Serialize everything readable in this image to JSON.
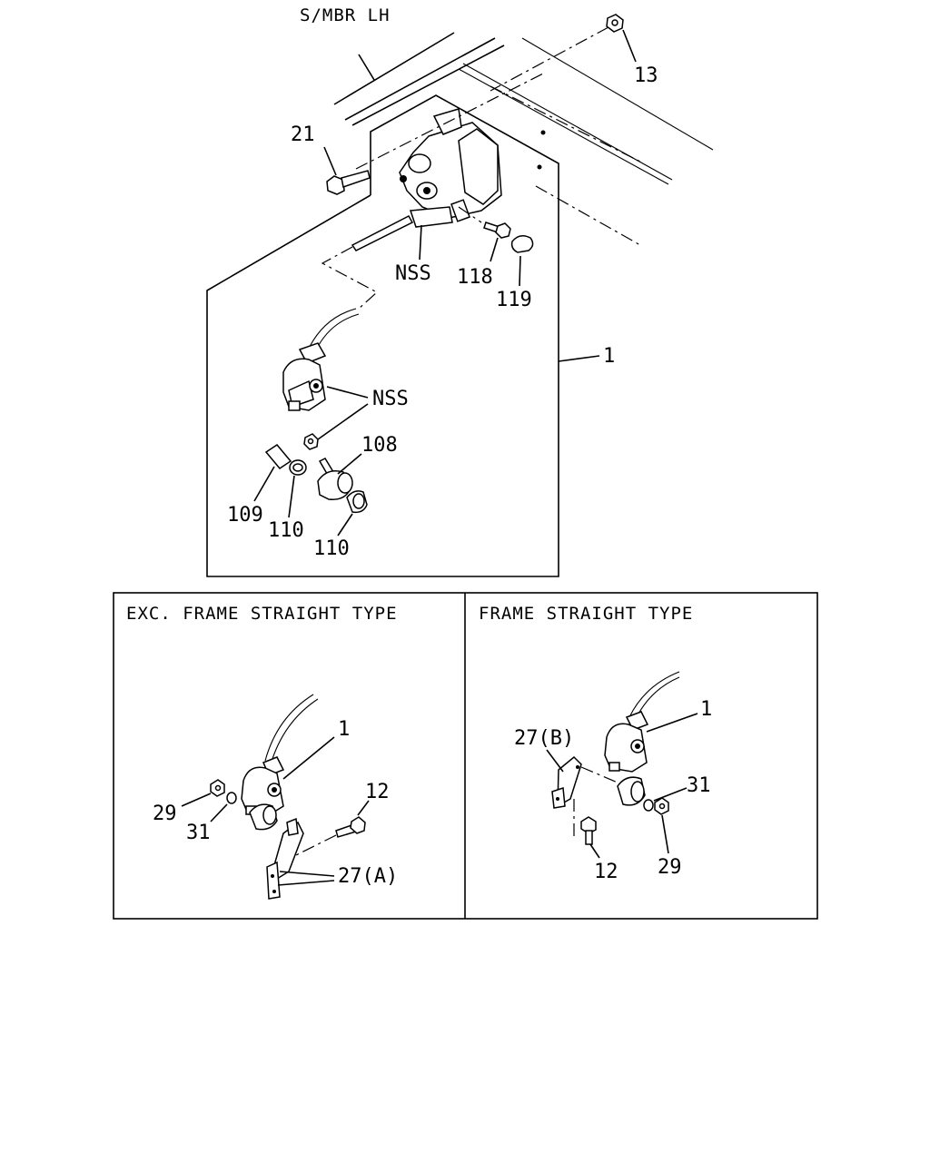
{
  "labels": {
    "smbr": "S/MBR LH",
    "p13": "13",
    "p21": "21",
    "nss_top": "NSS",
    "p118": "118",
    "p119": "119",
    "p1_main": "1",
    "nss_mid": "NSS",
    "p108": "108",
    "p109": "109",
    "p110_a": "110",
    "p110_b": "110"
  },
  "left_panel": {
    "title": "EXC. FRAME STRAIGHT TYPE",
    "p1": "1",
    "p29": "29",
    "p31": "31",
    "p12": "12",
    "p27a": "27(A)"
  },
  "right_panel": {
    "title": "FRAME STRAIGHT TYPE",
    "p1": "1",
    "p27b": "27(B)",
    "p31": "31",
    "p12": "12",
    "p29": "29"
  }
}
